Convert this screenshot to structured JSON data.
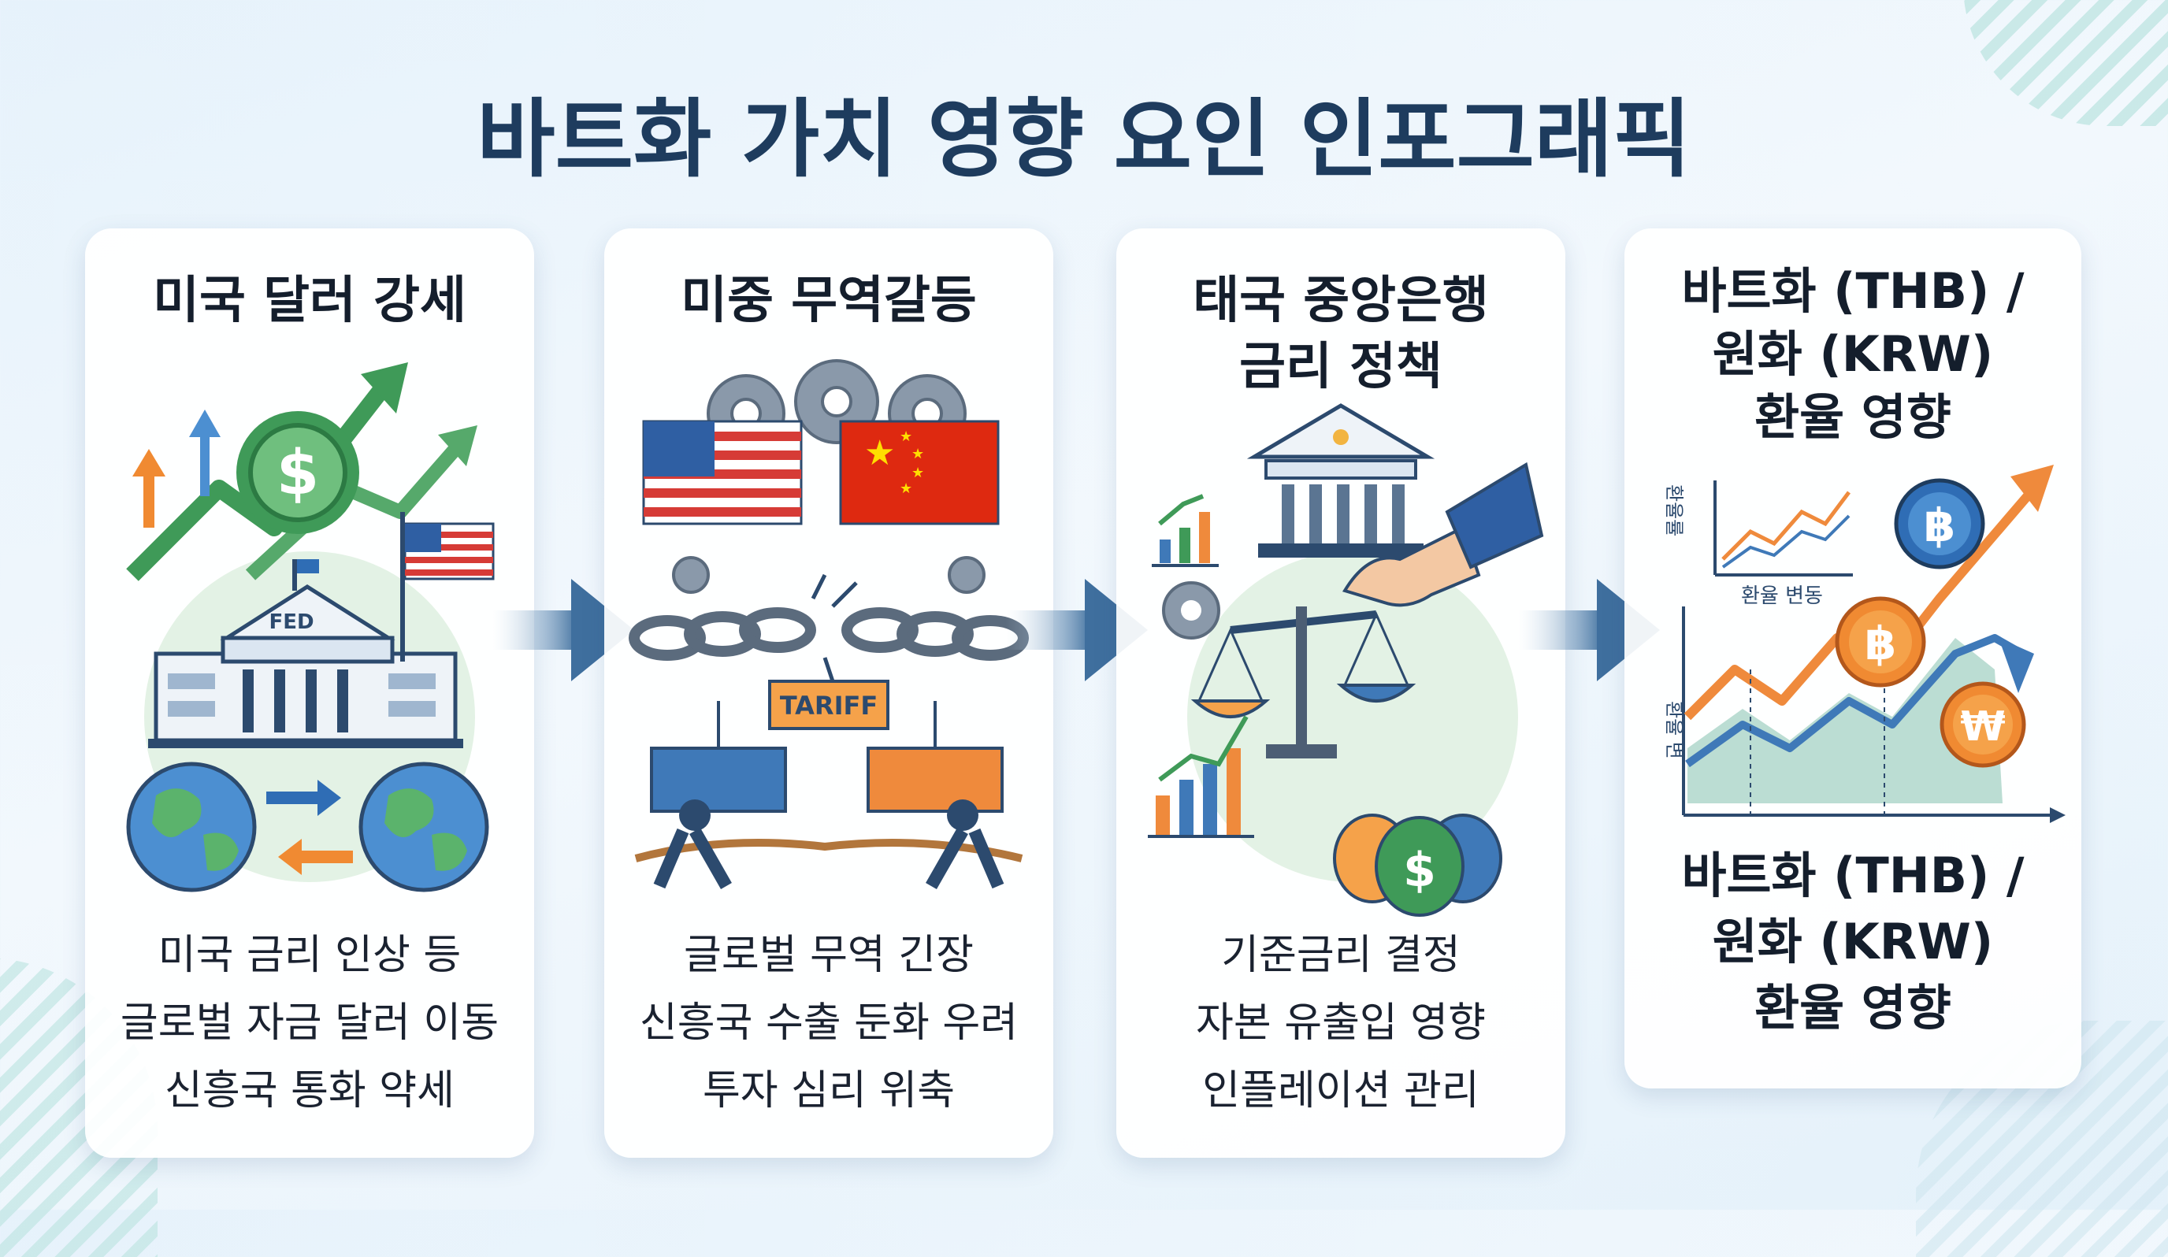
{
  "title": "바트화 가치 영향 요인 인포그래픽",
  "cards": [
    {
      "title_lines": [
        "미국 달러 강세"
      ],
      "lines": [
        "미국 금리 인상 등",
        "글로벌 자금 달러 이동",
        "신흥국 통화 약세"
      ],
      "building_label": "FED"
    },
    {
      "title_lines": [
        "미중 무역갈등"
      ],
      "lines": [
        "글로벌 무역 긴장",
        "신흥국 수출 둔화 우려",
        "투자 심리 위축"
      ],
      "sign_label": "TARIFF"
    },
    {
      "title_lines": [
        "태국 중앙은행",
        "금리 정책"
      ],
      "lines": [
        "기준금리 결정",
        "자본 유출입 영향",
        "인플레이션 관리"
      ]
    },
    {
      "title_lines": [
        "바트화 (THB) /",
        "원화 (KRW)",
        "환율 영향"
      ],
      "mini_chart_caption": "환율 변동",
      "axis_label_top": "환율률",
      "axis_label_bottom": "환율 변",
      "bottom_lines": [
        "바트화 (THB) /",
        "원화 (KRW)",
        "환율 영향"
      ],
      "currency_symbols": [
        "฿",
        "฿",
        "₩"
      ]
    }
  ],
  "colors": {
    "title": "#1e3c5e",
    "green_arrow": "#3f9a58",
    "orange_arrow": "#f08a32",
    "navy": "#2c4a6e",
    "us_red": "#d63b36",
    "cn_red": "#de2910",
    "blue_coin": "#2f6db5",
    "orange_coin": "#f08a32"
  }
}
